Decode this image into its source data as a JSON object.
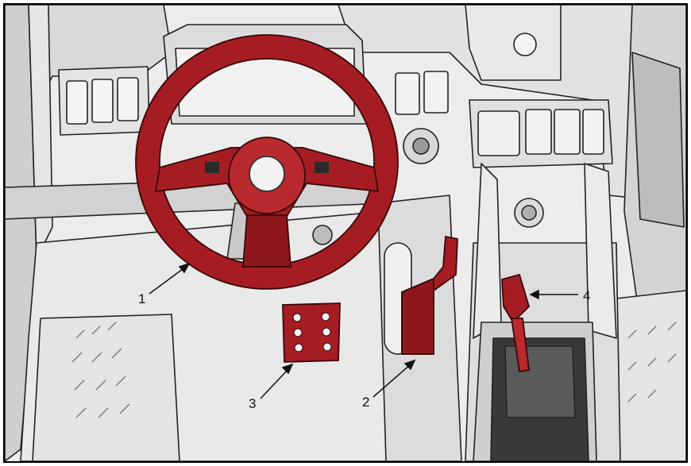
{
  "figure": {
    "colors": {
      "highlight": "#a51d22",
      "highlight_dark": "#6e1014",
      "highlight_light": "#c8383c",
      "line": "#222222",
      "fill_light": "#eeeeee",
      "fill_mid": "#d6d6d6",
      "fill_dark": "#9a9a9a"
    },
    "callouts": [
      {
        "id": "1",
        "label": "1"
      },
      {
        "id": "2",
        "label": "2"
      },
      {
        "id": "3",
        "label": "3"
      },
      {
        "id": "4",
        "label": "4"
      }
    ],
    "parts_highlighted": [
      "steering-wheel",
      "accelerator-pedal",
      "brake-pedal",
      "gear-selector-lever"
    ]
  }
}
